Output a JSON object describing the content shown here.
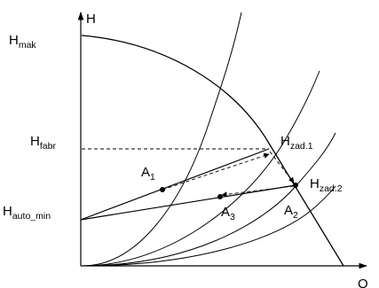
{
  "axes": {
    "x_label": "Q",
    "y_label": "H"
  },
  "labels": {
    "h_mak": {
      "main": "H",
      "sub": "mak"
    },
    "h_fabr": {
      "main": "H",
      "sub": "fabr"
    },
    "h_auto_min": {
      "main": "H",
      "sub": "auto_min"
    },
    "h_zad_1": {
      "main": "H",
      "sub": "zad.1"
    },
    "h_zad_2": {
      "main": "H",
      "sub": "zad.2"
    },
    "a1": {
      "main": "A",
      "sub": "1"
    },
    "a2": {
      "main": "A",
      "sub": "2"
    },
    "a3": {
      "main": "A",
      "sub": "3"
    }
  },
  "colors": {
    "ink": "#000000",
    "background": "#ffffff"
  }
}
